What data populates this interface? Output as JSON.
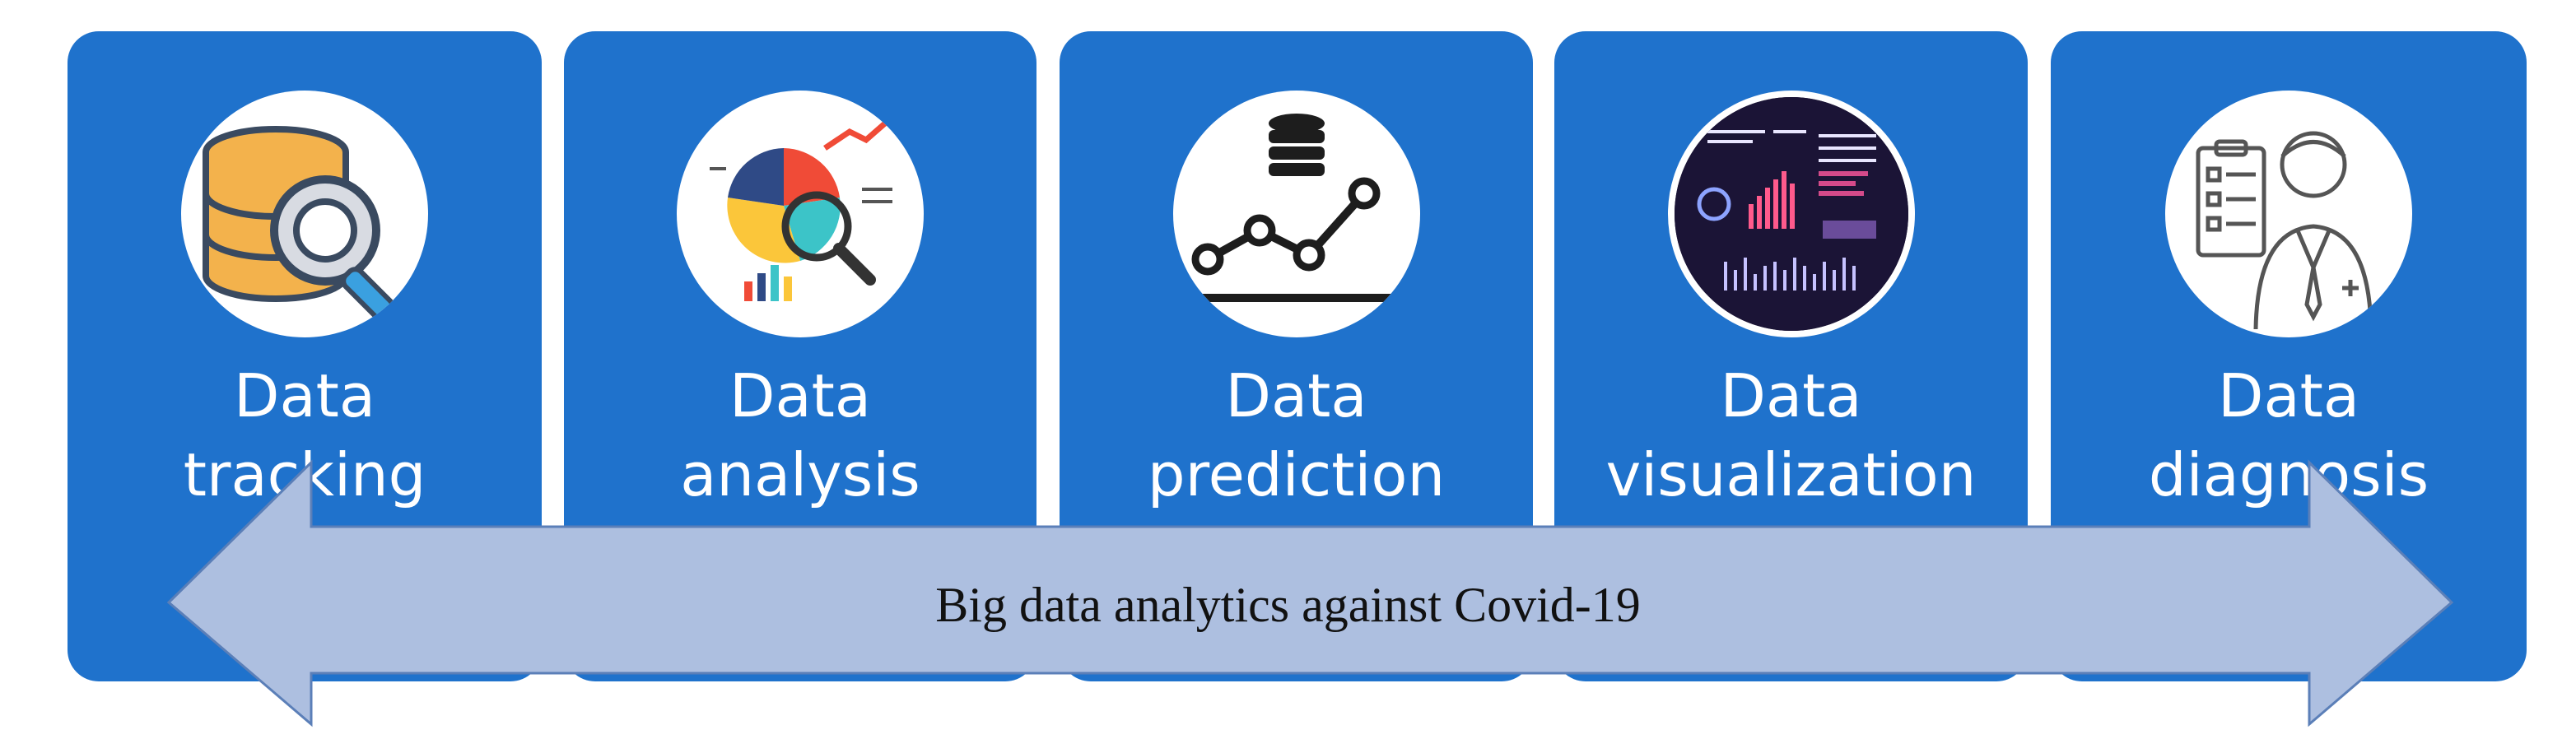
{
  "cards": [
    {
      "line1": "Data",
      "line2": "tracking",
      "icon": "database-search-icon"
    },
    {
      "line1": "Data",
      "line2": "analysis",
      "icon": "pie-chart-magnifier-icon"
    },
    {
      "line1": "Data",
      "line2": "prediction",
      "icon": "database-trend-icon"
    },
    {
      "line1": "Data",
      "line2": "visualization",
      "icon": "dashboard-icon"
    },
    {
      "line1": "Data",
      "line2": "diagnosis",
      "icon": "doctor-clipboard-icon"
    }
  ],
  "arrow": {
    "label": "Big data analytics against Covid-19"
  },
  "colors": {
    "card": "#1f72cc",
    "arrow_fill": "#adbfe0",
    "arrow_stroke": "#5b7fb8",
    "text": "#ffffff"
  }
}
